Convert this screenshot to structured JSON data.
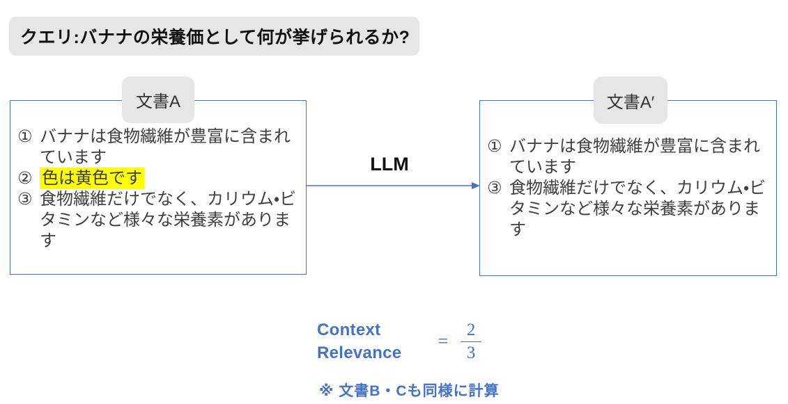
{
  "colors": {
    "accent_blue": "#4472C4",
    "box_gray": "#E7E6E6",
    "highlight_yellow": "#FFFF00",
    "body_text": "#3F3F3F"
  },
  "query": {
    "label": "クエリ:バナナの栄養価として何が挙げられるか?"
  },
  "left_doc": {
    "title": "文書A",
    "items": [
      {
        "number": "①",
        "text": "バナナは食物繊維が豊富に含まれています",
        "highlight": false
      },
      {
        "number": "②",
        "text": "色は黄色です",
        "highlight": true
      },
      {
        "number": "③",
        "text": "食物繊維だけでなく、カリウム・ビタミンなど様々な栄養素があります",
        "highlight": false
      }
    ]
  },
  "arrow": {
    "label": "LLM"
  },
  "right_doc": {
    "title": "文書A′",
    "items": [
      {
        "number": "①",
        "text": "バナナは食物繊維が豊富に含まれています",
        "highlight": false
      },
      {
        "number": "③",
        "text": "食物繊維だけでなく、カリウム・ビタミンなど様々な栄養素があります",
        "highlight": false
      }
    ]
  },
  "equation": {
    "label_line1": "Context",
    "label_line2": "Relevance",
    "equals": "=",
    "numerator": "2",
    "denominator": "3"
  },
  "note": "※ 文書B・Cも同様に計算"
}
